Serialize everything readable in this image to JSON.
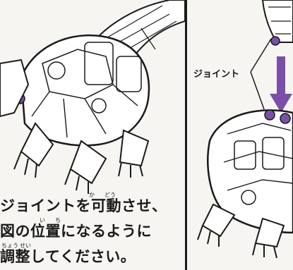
{
  "left_panel": {
    "instruction_lines": [
      "ジョイントを可動させ、",
      "図の位置になるように",
      "調整してください。"
    ],
    "furigana": [
      {
        "base": "可",
        "reading": "か"
      },
      {
        "base": "動",
        "reading": "どう"
      },
      {
        "base": "位",
        "reading": "い"
      },
      {
        "base": "置",
        "reading": "ち"
      },
      {
        "base": "調",
        "reading": "ちょう"
      },
      {
        "base": "整",
        "reading": "せい"
      }
    ]
  },
  "right_panel": {
    "callout_label": "ジョイント"
  },
  "colors": {
    "joint_accent": "#7b4fa8",
    "line": "#1a1a1a",
    "paper": "#f6f5f2"
  }
}
